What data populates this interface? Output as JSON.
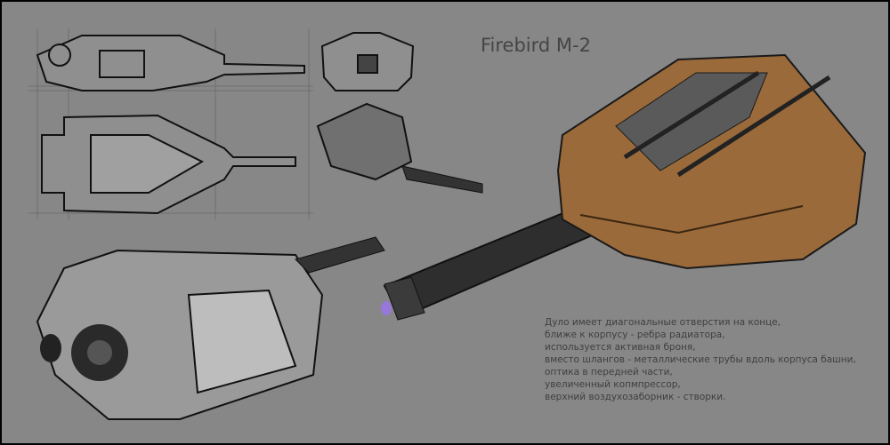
{
  "title": "Firebird M-2",
  "notes": [
    "Дуло имеет диагональные отверстия на конце,",
    "ближе к корпусу - ребра радиатора,",
    "используется активная броня,",
    "вместо шлангов - металлические трубы вдоль корпуса башни,",
    "оптика в передней части,",
    "увеличенный копмпрессор,",
    "верхний воздухозаборник - створки."
  ],
  "colors": {
    "background": "#878787",
    "armor": "#9a6a3a",
    "barrel": "#2e2e2e",
    "line": "#1a1a1a"
  }
}
